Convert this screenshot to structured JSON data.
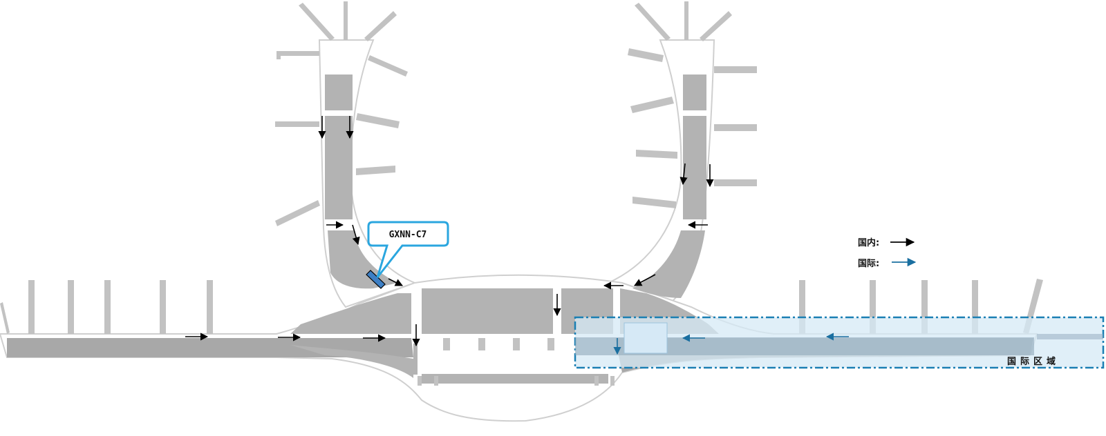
{
  "map": {
    "callout_label": "GXNN-C7",
    "zone_label": "国际区域",
    "legend": {
      "domestic_label": "国内:",
      "international_label": "国际:"
    }
  },
  "colors": {
    "floor": "#b3b3b3",
    "outline": "#d9d9d9",
    "domestic_arrow": "#000000",
    "international_arrow": "#1a6fa0",
    "callout_border": "#2aa6df",
    "gate_marker": "#3d7fc4",
    "zone_fill": "#d6e9f6",
    "zone_border": "#1a7fb3"
  },
  "icons": [
    "arrow-domestic-icon",
    "arrow-international-icon",
    "gate-marker-icon"
  ]
}
